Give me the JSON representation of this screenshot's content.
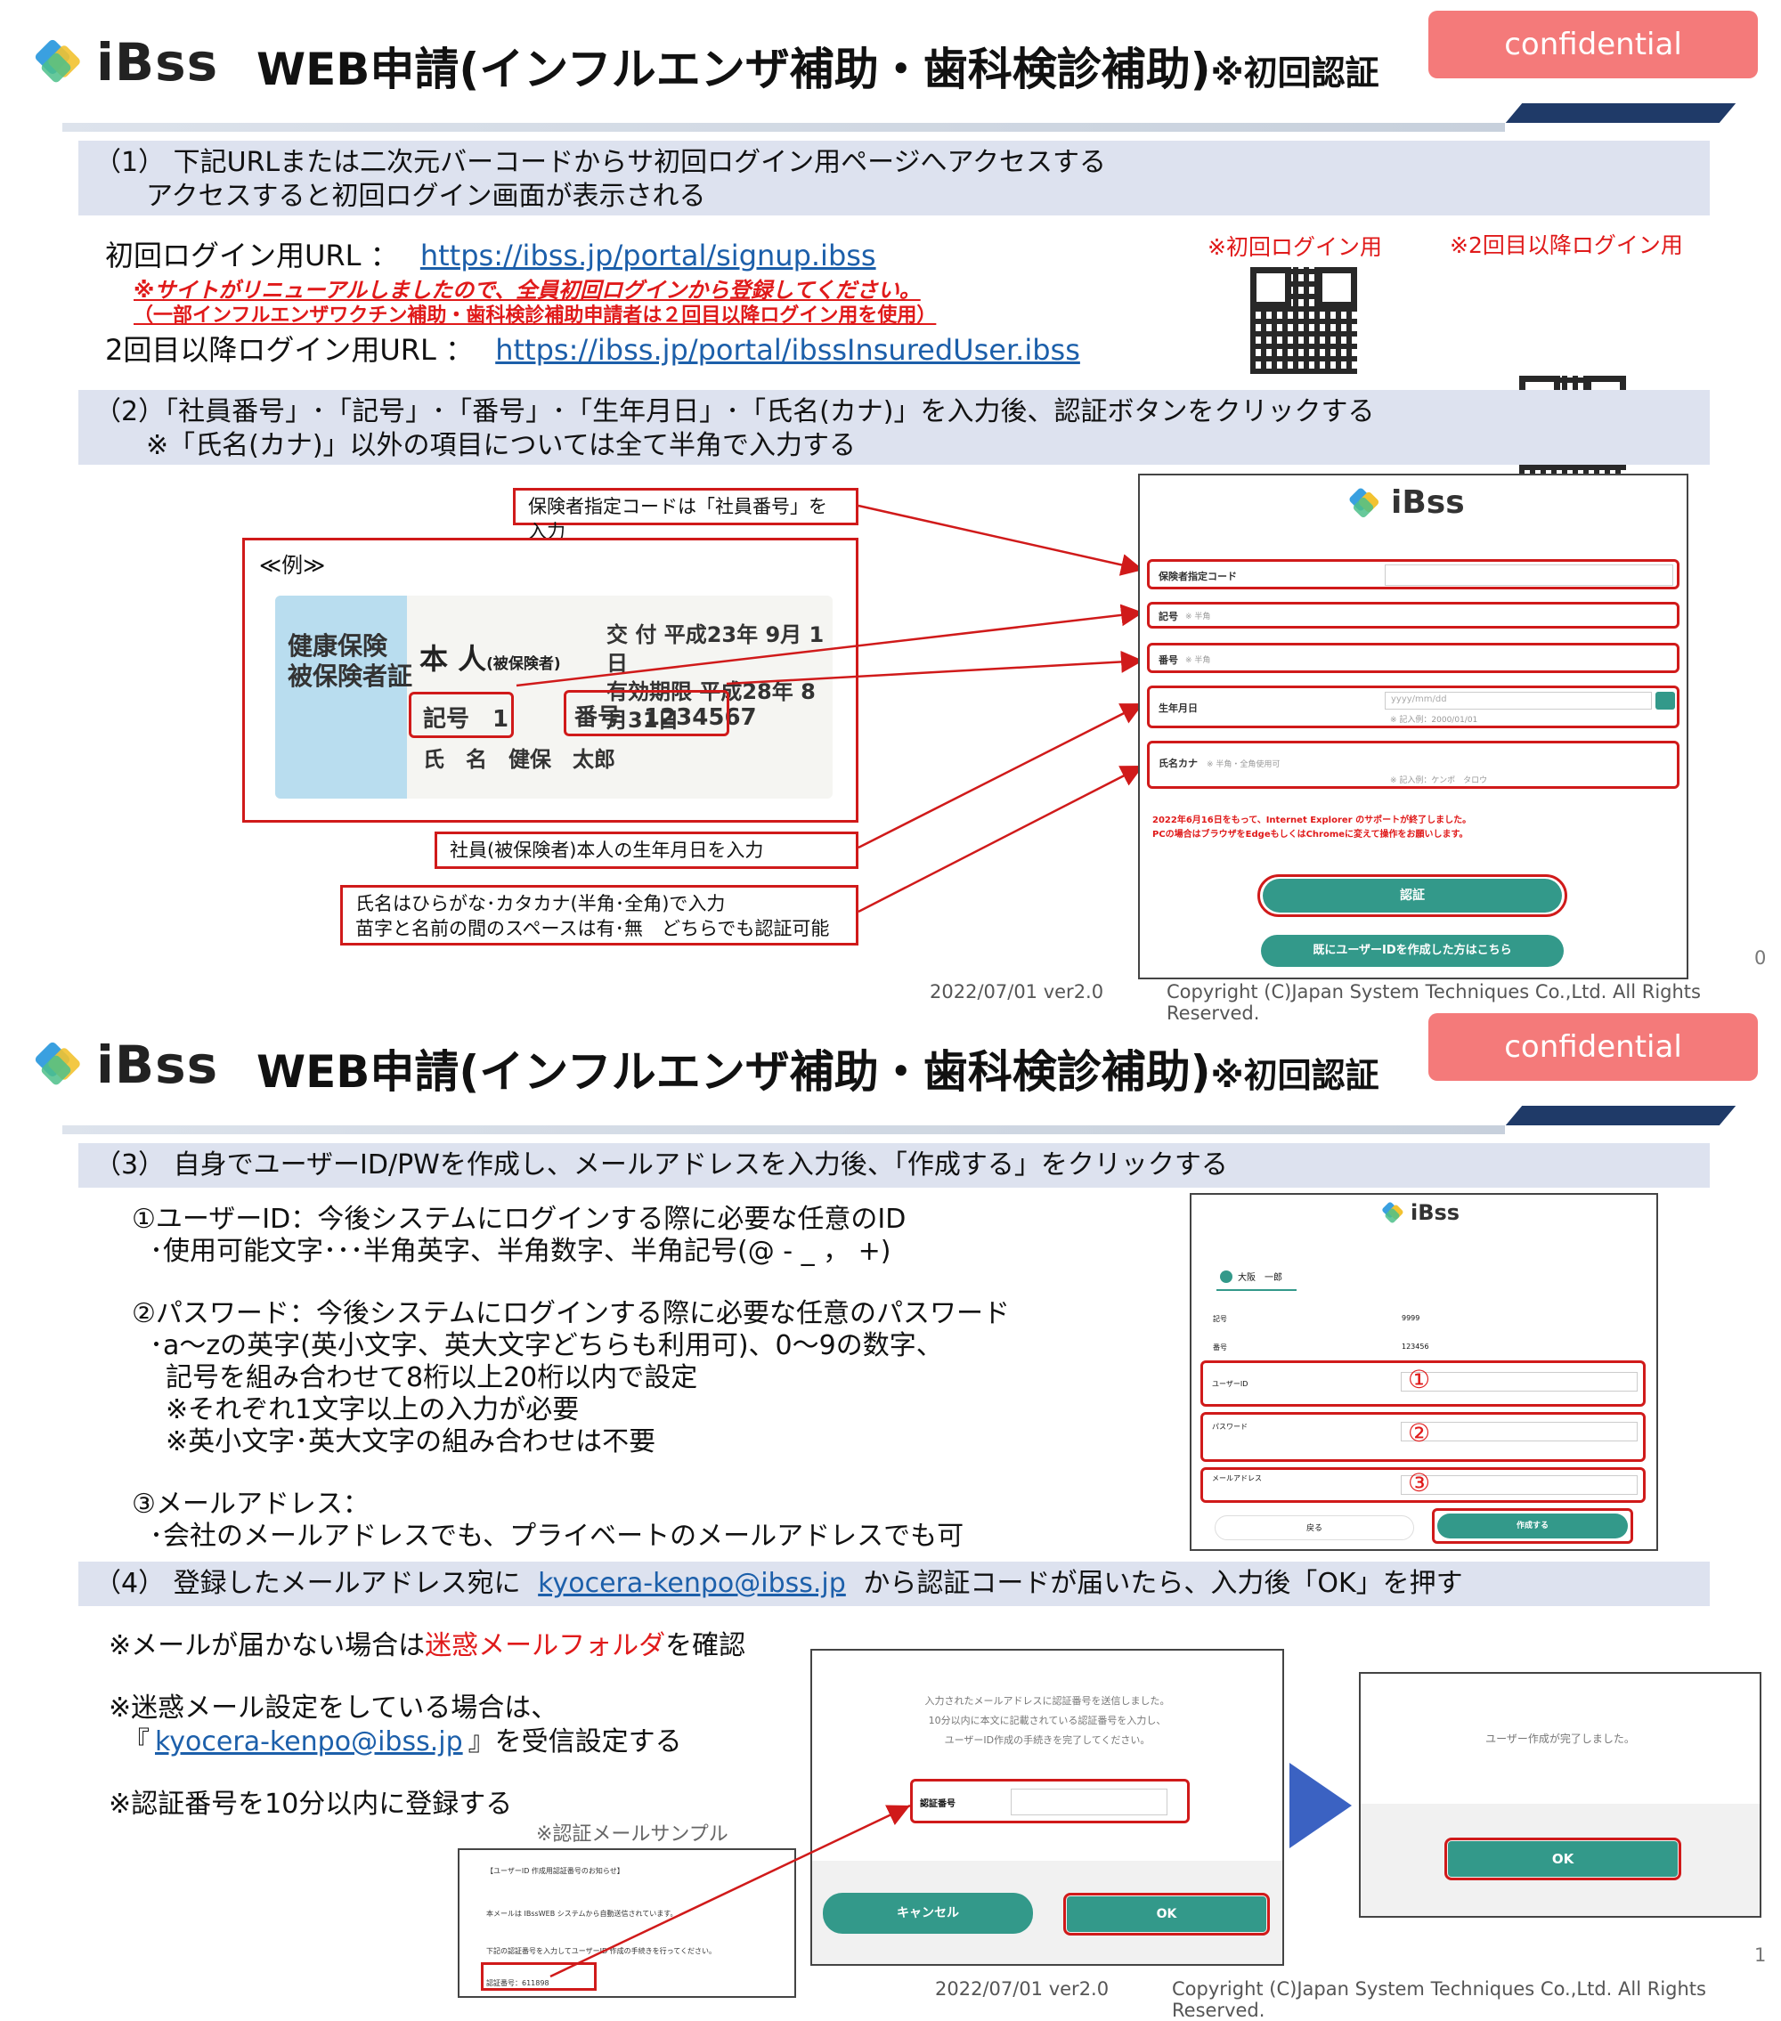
{
  "slides": [
    {
      "logo": "iBss",
      "title": "WEB申請(インフルエンザ補助・歯科検診補助)",
      "title_suffix": "※初回認証",
      "confidential": "confidential",
      "sec1": {
        "line1": "（1） 下記URLまたは二次元バーコードからサ初回ログイン用ページへアクセスする",
        "line2": "アクセスすると初回ログイン画面が表示される"
      },
      "url1_label": "初回ログイン用URL ：",
      "url1": "https://ibss.jp/portal/signup.ibss",
      "notice1": "※サイトがリニューアルしましたので、全員初回ログインから登録してください。",
      "notice2": "（一部インフルエンザワクチン補助・歯科検診補助申請者は２回目以降ログイン用を使用）",
      "url2_label": "2回目以降ログイン用URL ：",
      "url2": "https://ibss.jp/portal/ibssInsuredUser.ibss",
      "qr1_label": "※初回ログイン用",
      "qr2_label": "※2回目以降ログイン用",
      "sec2": {
        "line1": "（2）「社員番号」･「記号」･「番号」･「生年月日」･「氏名(カナ)」を入力後、認証ボタンをクリックする",
        "line2": "※「氏名(カナ)」以外の項目については全て半角で入力する"
      },
      "callout_code": "保険者指定コードは「社員番号」を入力",
      "example_label": "≪例≫",
      "card": {
        "type1": "健康保険",
        "type2": "被保険者証",
        "person": "本 人",
        "person_sub": "(被保険者)",
        "issue": "交 付 平成23年 9月 1日",
        "expiry": "有効期限 平成28年 8月31日",
        "kigo": "記号　1",
        "bango": "番号　1234567",
        "name": "氏　名　健保　太郎"
      },
      "callout_birth": "社員(被保険者)本人の生年月日を入力",
      "callout_name1": "氏名はひらがな･カタカナ(半角･全角)で入力",
      "callout_name2": "苗字と名前の間のスペースは有･無　どちらでも認証可能",
      "login": {
        "logo": "iBss",
        "f1": "保険者指定コード",
        "f2": "記号",
        "f2hint": "※ 半角",
        "f3": "番号",
        "f3hint": "※ 半角",
        "f4": "生年月日",
        "f4ph": "yyyy/mm/dd",
        "f4ex": "※ 記入例：2000/01/01",
        "f5": "氏名カナ",
        "f5hint": "※ 半角・全角使用可",
        "f5ex": "※ 記入例：ケンポ　タロウ",
        "warn1": "2022年6月16日をもって、Internet Explorer のサポートが終了しました。",
        "warn2": "PCの場合はブラウザをEdgeもしくはChromeに変えて操作をお願いします。",
        "btn1": "認証",
        "btn2": "既にユーザーIDを作成した方はこちら"
      },
      "date": "2022/07/01 ver2.0",
      "copyright": "Copyright (C)Japan System Techniques Co.,Ltd. All Rights Reserved.",
      "page": "0"
    },
    {
      "logo": "iBss",
      "title": "WEB申請(インフルエンザ補助・歯科検診補助)",
      "title_suffix": "※初回認証",
      "confidential": "confidential",
      "sec3": "（3） 自身でユーザーID/PWを作成し、メールアドレスを入力後、「作成する」をクリックする",
      "items": [
        "①ユーザーID：今後システムにログインする際に必要な任意のID",
        "･使用可能文字･･･半角英字、半角数字、半角記号(@ - _ ， +)",
        "②パスワード：今後システムにログインする際に必要な任意のパスワード",
        "･a～zの英字(英小文字、英大文字どちらも利用可)、0～9の数字、",
        "記号を組み合わせて8桁以上20桁以内で設定",
        "※それぞれ1文字以上の入力が必要",
        "※英小文字･英大文字の組み合わせは不要",
        "③メールアドレス：",
        "･会社のメールアドレスでも、プライベートのメールアドレスでも可"
      ],
      "create": {
        "logo": "iBss",
        "user": "大阪　一郎",
        "kigo_l": "記号",
        "kigo_v": "9999",
        "bango_l": "番号",
        "bango_v": "123456",
        "uid_l": "ユーザーID",
        "pw_l": "パスワード",
        "mail_l": "メールアドレス",
        "n1": "①",
        "n2": "②",
        "n3": "③",
        "back": "戻る",
        "make": "作成する"
      },
      "sec4_pre": "（4） 登録したメールアドレス宛に",
      "sec4_mail": "kyocera-kenpo@ibss.jp",
      "sec4_post": "から認証コードが届いたら、入力後「OK」を押す",
      "note1_pre": "※メールが届かない場合は",
      "note1_red": "迷惑メールフォルダ",
      "note1_post": "を確認",
      "note2": "※迷惑メール設定をしている場合は、",
      "note3_pre": "『",
      "note3_mail": "kyocera-kenpo@ibss.jp",
      "note3_post": "』を受信設定する",
      "note4": "※認証番号を10分以内に登録する",
      "sample_label": "※認証メールサンプル",
      "mail": {
        "l1": "【ユーザーID 作成用認証番号のお知らせ】",
        "l2": "本メールは IBssWEB システムから自動送信されています。",
        "l3": "下記の認証番号を入力してユーザーID 作成の手続きを行ってください。",
        "l4": "認証番号：611898"
      },
      "verify": {
        "t1": "入力されたメールアドレスに認証番号を送信しました。",
        "t2": "10分以内に本文に記載されている認証番号を入力し、",
        "t3": "ユーザーID作成の手続きを完了してください。",
        "label": "認証番号",
        "cancel": "キャンセル",
        "ok": "OK"
      },
      "done": {
        "t1": "ユーザー作成が完了しました。",
        "ok": "OK"
      },
      "date": "2022/07/01 ver2.0",
      "copyright": "Copyright (C)Japan System Techniques Co.,Ltd. All Rights Reserved.",
      "page": "1"
    }
  ]
}
